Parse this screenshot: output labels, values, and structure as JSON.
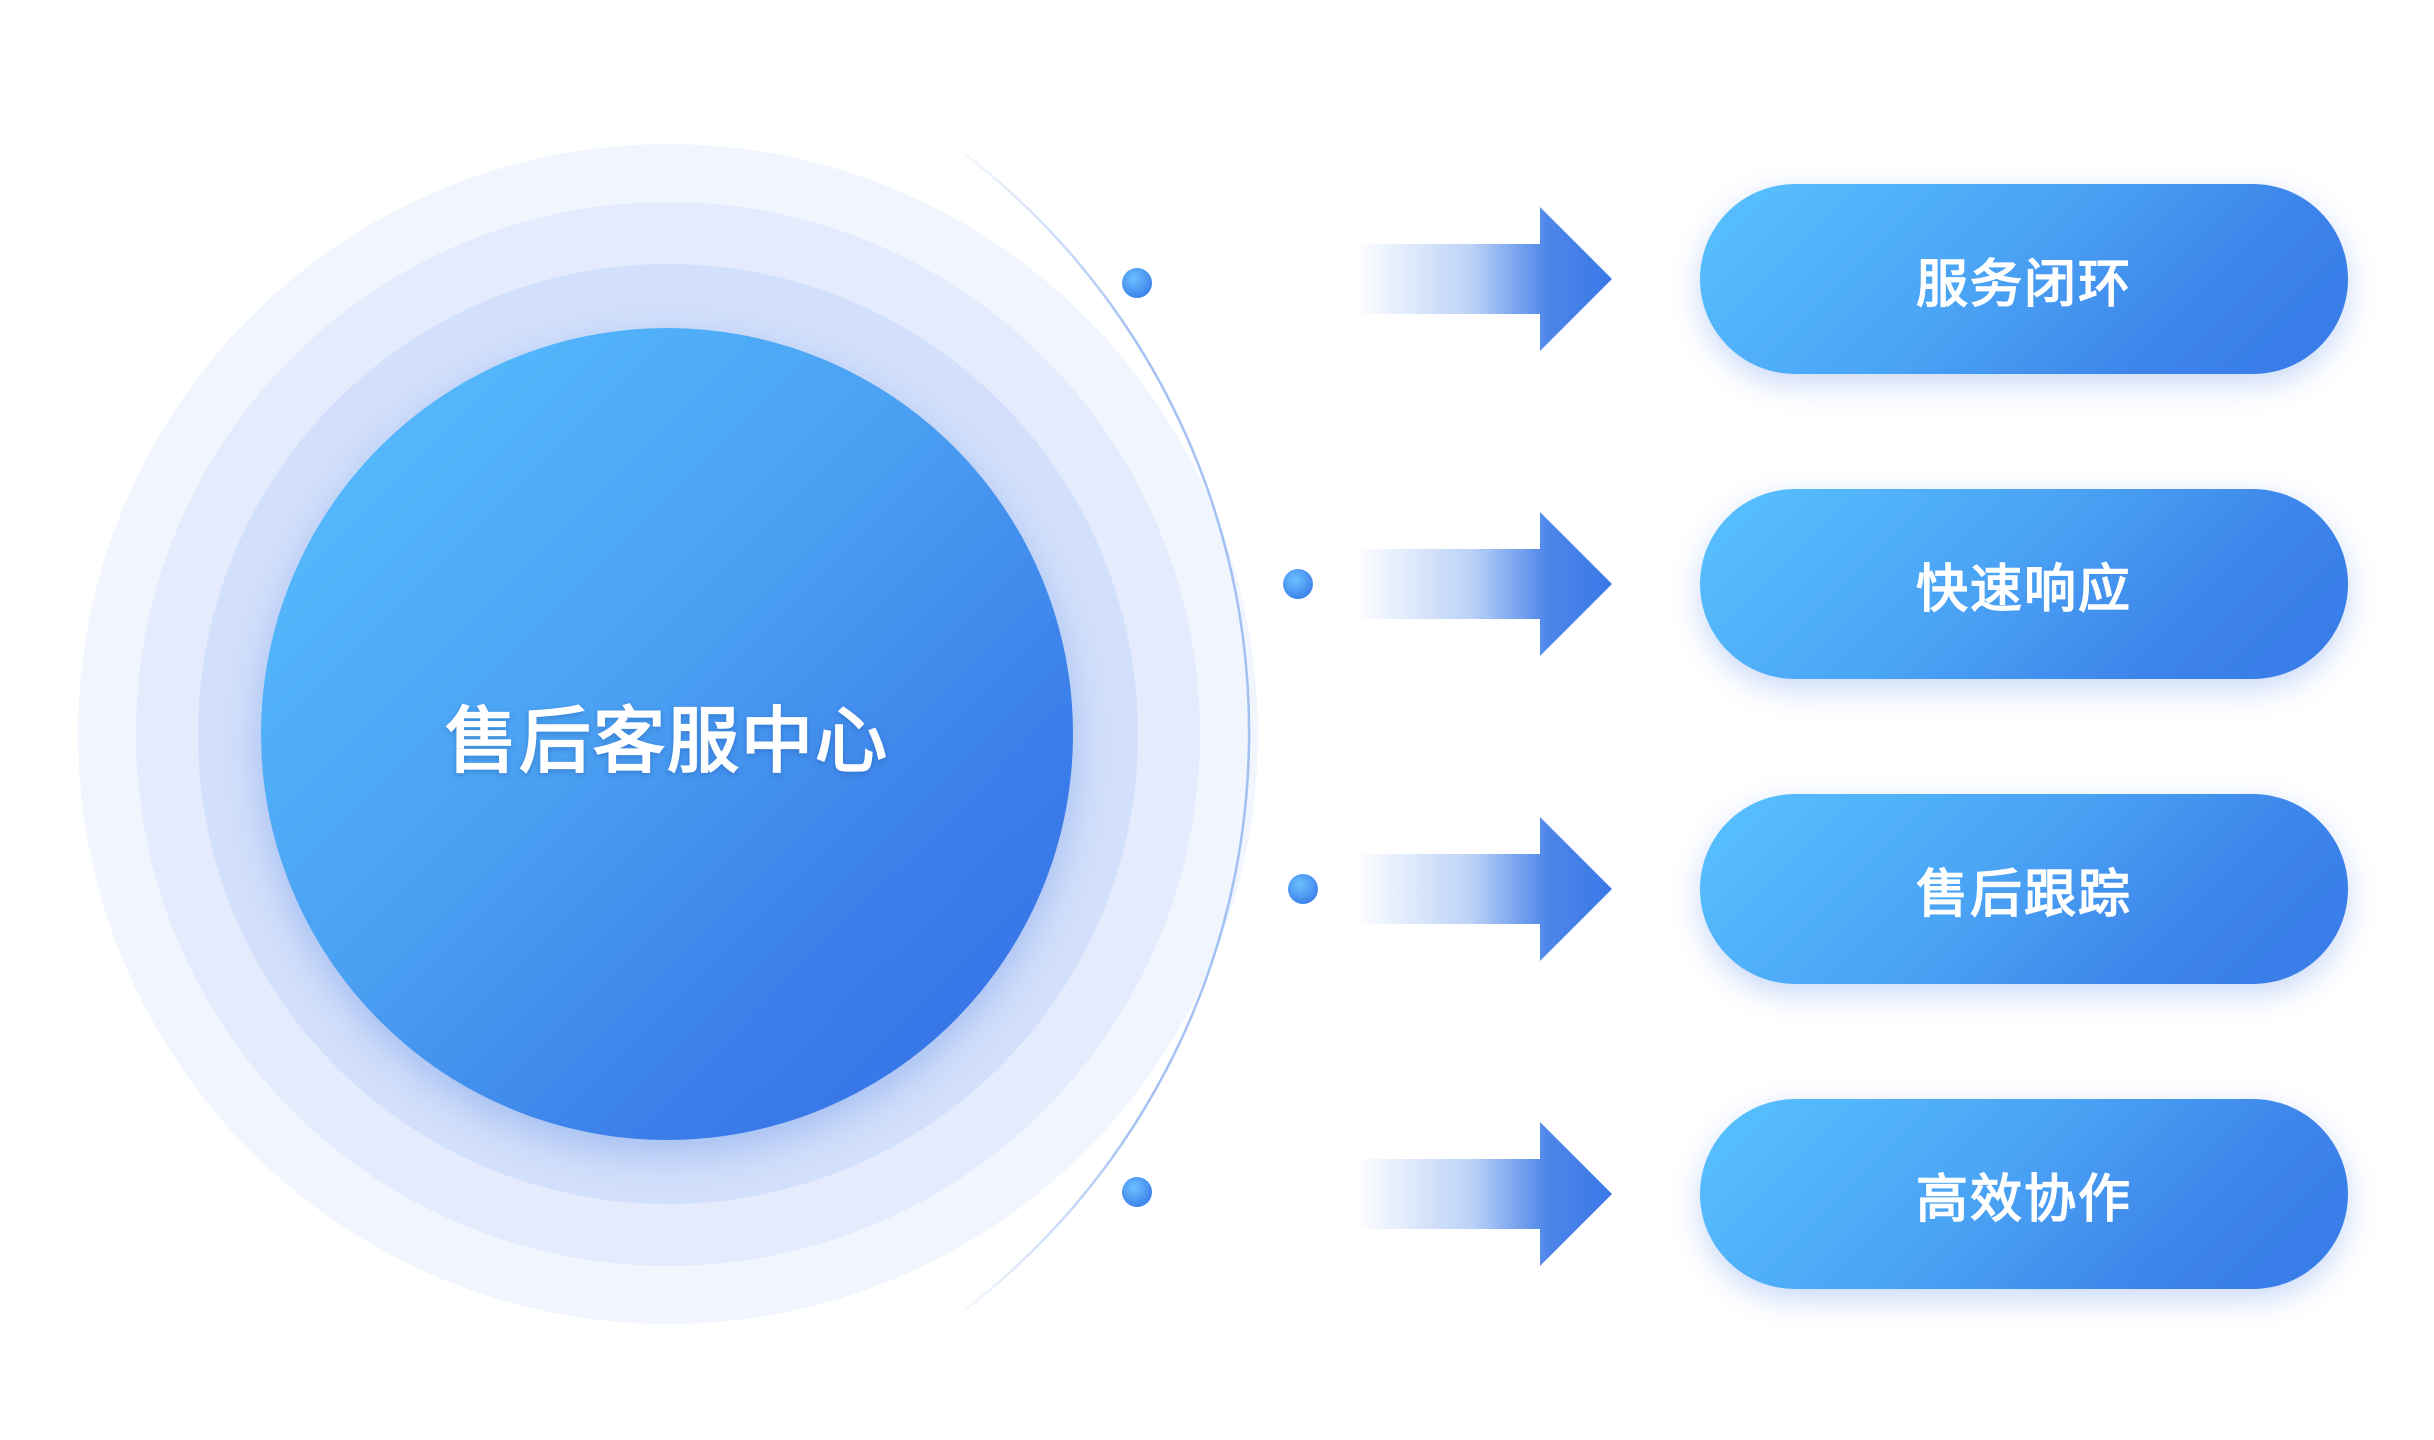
{
  "center": {
    "label": "售后客服中心"
  },
  "items": [
    {
      "label": "服务闭环"
    },
    {
      "label": "快速响应"
    },
    {
      "label": "售后跟踪"
    },
    {
      "label": "高效协作"
    }
  ],
  "colors": {
    "primary_light": "#58c2ff",
    "primary_dark": "#356ee6",
    "ring_outer": "#f1f5fe",
    "ring_mid": "#e3ebfd",
    "ring_inner": "#d3e0fb",
    "connector_line": "#8fb2f0",
    "dot": "#3f8ff0"
  }
}
